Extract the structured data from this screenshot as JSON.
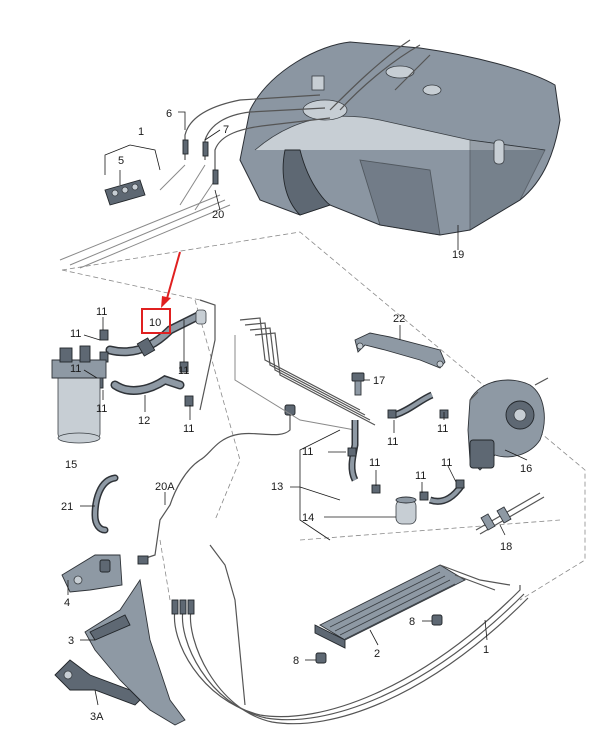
{
  "callouts": {
    "c1_top": "1",
    "c5": "5",
    "c6": "6",
    "c7": "7",
    "c20": "20",
    "c19": "19",
    "c10": "10",
    "c11_a": "11",
    "c11_b": "11",
    "c11_c": "11",
    "c11_d": "11",
    "c11_e": "11",
    "c11_f": "11",
    "c11_g": "11",
    "c11_h": "11",
    "c11_i": "11",
    "c22": "22",
    "c17": "17",
    "c12": "12",
    "c15": "15",
    "c16": "16",
    "c13": "13",
    "c14": "14",
    "c21": "21",
    "c20a": "20A",
    "c18": "18",
    "c4": "4",
    "c3": "3",
    "c3a": "3A",
    "c8_a": "8",
    "c8_b": "8",
    "c2": "2",
    "c1_bottom": "1"
  },
  "highlight": {
    "color": "#e02020"
  },
  "colors": {
    "part": "#8e99a4",
    "part_dark": "#5e6873",
    "line": "#1a1a1a"
  }
}
